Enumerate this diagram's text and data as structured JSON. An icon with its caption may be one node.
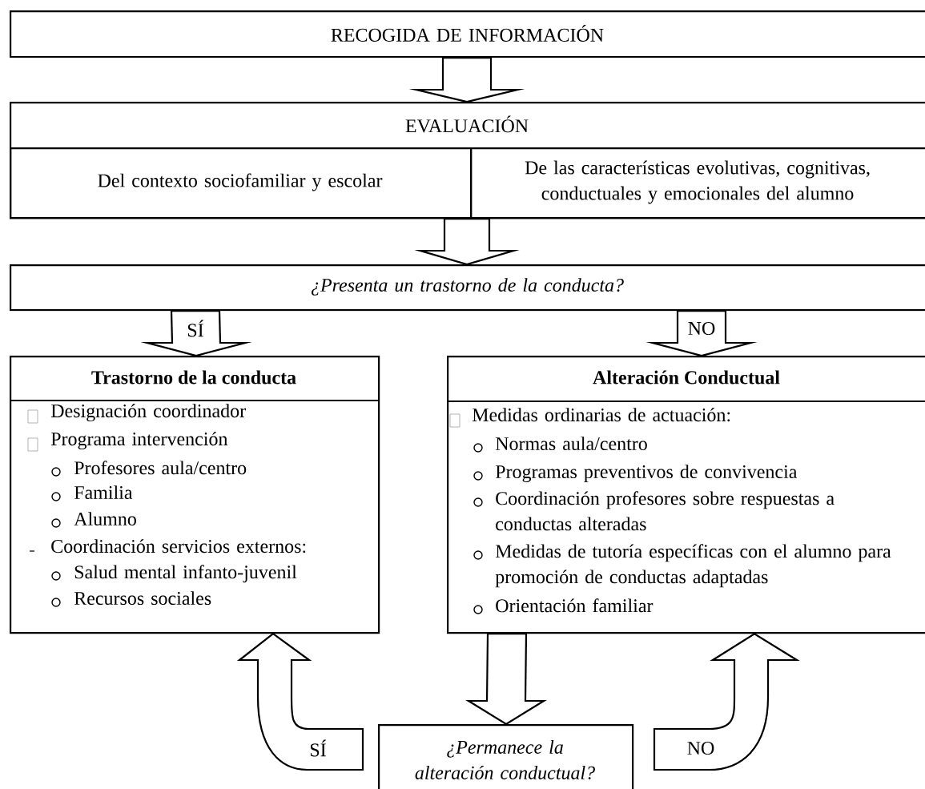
{
  "diagram": {
    "nodes": [
      {
        "text": [
          "RECOGIDA DE INFORMACIÓN"
        ]
      },
      {
        "text": [
          "EVALUACIÓN"
        ]
      },
      {
        "text": [
          "Del contexto sociofamiliar y escolar"
        ],
        "in": 1
      },
      {
        "text": [
          "De las características evolutivas, cognitivas, conductuales y emocionales del alumno"
        ],
        "in": 1
      },
      {
        "text": [
          "¿Presenta un trastorno de la conducta?"
        ]
      },
      {
        "text": [
          "Trastorno de la conducta",
          "Designación coordinador",
          "Programa intervención",
          "Profesores aula/centro",
          "Familia",
          "Alumno",
          "Coordinación servicios externos:",
          "Salud mental infanto-juvenil",
          "Recursos sociales"
        ]
      },
      {
        "text": [
          "Alteración Conductual",
          "Medidas ordinarias de actuación:",
          "Normas aula/centro",
          "Programas preventivos de convivencia",
          "Coordinación profesores sobre respuestas a conductas alteradas",
          "Medidas de tutoría específicas con el alumno para promoción de conductas adaptadas",
          "Orientación familiar"
        ]
      },
      {
        "text": [
          "¿Permanece la alteración conductual?"
        ]
      }
    ],
    "edges": [
      {
        "from": 0,
        "to": 1,
        "arrow": "to"
      },
      {
        "from": 1,
        "to": 4,
        "arrow": "to"
      },
      {
        "from": 4,
        "to": 5,
        "arrow": "to",
        "label": "SÍ"
      },
      {
        "from": 4,
        "to": 6,
        "arrow": "to",
        "label": "NO"
      },
      {
        "from": 6,
        "to": 7,
        "arrow": "to"
      },
      {
        "from": 7,
        "to": 5,
        "arrow": "to",
        "label": "SÍ"
      },
      {
        "from": 7,
        "to": 6,
        "arrow": "to",
        "label": "NO"
      }
    ]
  }
}
